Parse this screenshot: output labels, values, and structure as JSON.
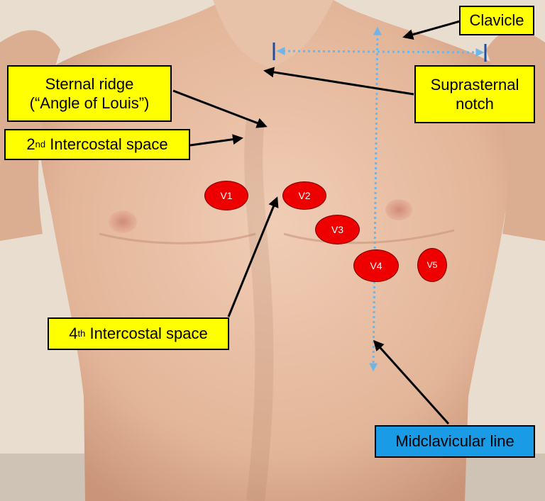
{
  "colors": {
    "label_fill": "#ffff00",
    "line_label_fill": "#1a9be6",
    "electrode_fill": "#ee0000",
    "guide_line": "#6fb6e8",
    "clavicle_marker": "#1f4e9c",
    "arrow": "#000000"
  },
  "labels": {
    "clavicle": "Clavicle",
    "suprasternal_line1": "Suprasternal",
    "suprasternal_line2": "notch",
    "sternal_ridge_line1": "Sternal ridge",
    "sternal_ridge_line2": "(“Angle of Louis”)",
    "ic2_number": "2",
    "ic2_suffix": "nd",
    "ic2_text": "Intercostal space",
    "ic4_number": "4",
    "ic4_suffix": "th",
    "ic4_text": "Intercostal space",
    "midclavicular": "Midclavicular line"
  },
  "electrodes": {
    "v1": "V1",
    "v2": "V2",
    "v3": "V3",
    "v4": "V4",
    "v5": "V5"
  }
}
